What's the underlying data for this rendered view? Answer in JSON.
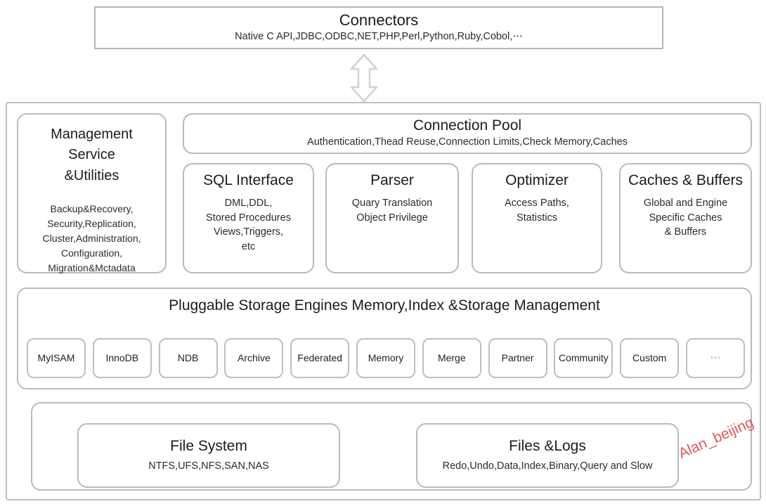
{
  "diagram": {
    "connectors": {
      "title": "Connectors",
      "subtitle": "Native C API,JDBC,ODBC,NET,PHP,Perl,Python,Ruby,Cobol,⋯"
    },
    "arrow": {
      "name": "double-headed-vertical-arrow",
      "color": "#cfd1d4"
    },
    "management": {
      "title": "Management\nService\n&Utilities",
      "title_lines": [
        "Management",
        "Service",
        "&Utilities"
      ],
      "subtitle_lines": [
        "Backup&Recovery,",
        "Security,Replication,",
        "Cluster,Administration,",
        "Configuration,",
        "Migration&Mctadata"
      ]
    },
    "connection_pool": {
      "title": "Connection Pool",
      "subtitle": "Authentication,Thead Reuse,Connection Limits,Check Memory,Caches"
    },
    "core_boxes": [
      {
        "title": "SQL Interface",
        "subtitle_lines": [
          "DML,DDL,",
          "Stored Procedures",
          "Views,Triggers,",
          "etc"
        ]
      },
      {
        "title": "Parser",
        "subtitle_lines": [
          "Quary Translation",
          "Object Privilege"
        ]
      },
      {
        "title": "Optimizer",
        "subtitle_lines": [
          "Access Paths,",
          "Statistics"
        ]
      },
      {
        "title": "Caches & Buffers",
        "subtitle_lines": [
          "Global and Engine",
          "Specific Caches",
          "& Buffers"
        ]
      }
    ],
    "storage_engines": {
      "title": "Pluggable Storage Engines Memory,Index &Storage Management",
      "engines": [
        "MyISAM",
        "InnoDB",
        "NDB",
        "Archive",
        "Federated",
        "Memory",
        "Merge",
        "Partner",
        "Community",
        "Custom",
        "⋯"
      ]
    },
    "file_layer": [
      {
        "title": "File System",
        "subtitle": "NTFS,UFS,NFS,SAN,NAS"
      },
      {
        "title": "Files &Logs",
        "subtitle": "Redo,Undo,Data,Index,Binary,Query and Slow"
      }
    ],
    "watermark": {
      "text": "Alan_beijing",
      "color": "#e0484a"
    }
  }
}
